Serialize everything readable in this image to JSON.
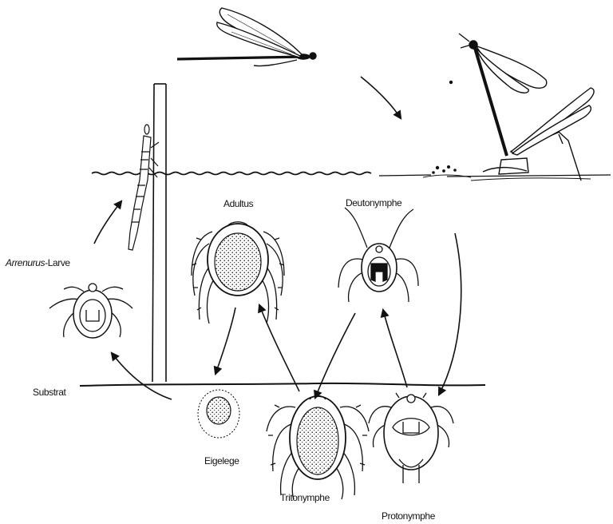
{
  "labels": {
    "adultus": "Adultus",
    "deutonymphe": "Deutonymphe",
    "larve_genus": "Arrenurus",
    "larve_suffix": "-Larve",
    "substrat": "Substrat",
    "eigelege": "Eigelege",
    "tritonymphe": "Tritonymphe",
    "protonymphe": "Protonymphe"
  }
}
